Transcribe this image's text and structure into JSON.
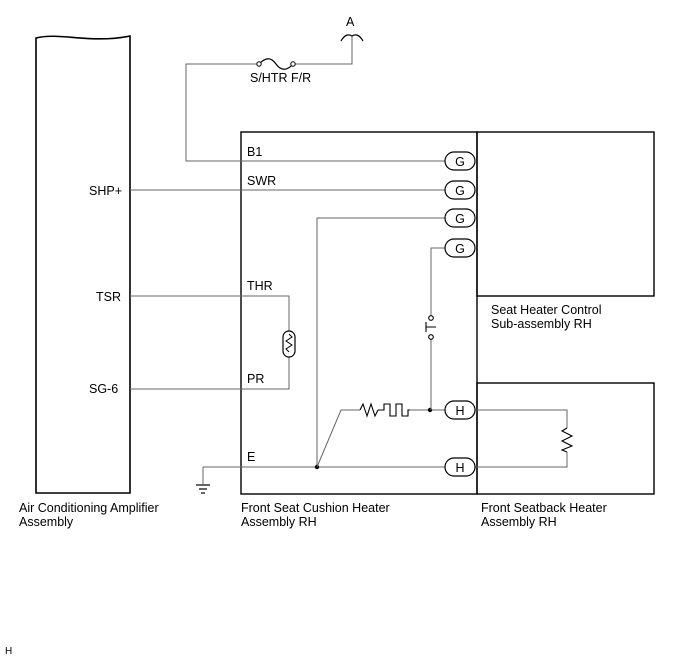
{
  "terminals": {
    "a": "A",
    "fuse": "S/HTR F/R",
    "b1": "B1",
    "swr": "SWR",
    "shp": "SHP+",
    "tsr": "TSR",
    "thr": "THR",
    "sg6": "SG-6",
    "pr": "PR",
    "e": "E"
  },
  "connectors": {
    "g1": "G",
    "g2": "G",
    "g3": "G",
    "g4": "G",
    "h1": "H",
    "h2": "H"
  },
  "components": {
    "amplifier_line1": "Air Conditioning Amplifier",
    "amplifier_line2": "Assembly",
    "cushion_line1": "Front Seat Cushion Heater",
    "cushion_line2": "Assembly RH",
    "control_line1": "Seat Heater Control",
    "control_line2": "Sub-assembly RH",
    "seatback_line1": "Front Seatback Heater",
    "seatback_line2": "Assembly RH"
  },
  "footer_code": "H"
}
